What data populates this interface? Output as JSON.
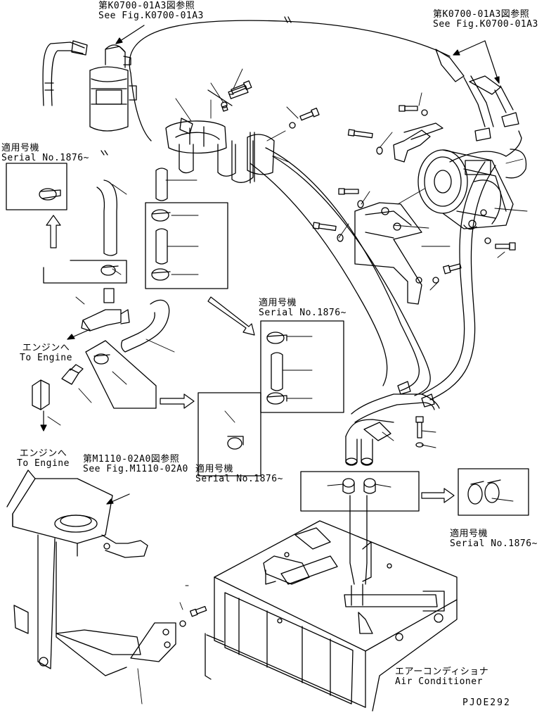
{
  "refs": {
    "top_left": {
      "jp": "第K0700-01A3図参照",
      "en": "See Fig.K0700-01A3"
    },
    "top_right": {
      "jp": "第K0700-01A3図参照",
      "en": "See Fig.K0700-01A3"
    },
    "mid_left": {
      "jp": "第M1110-02A0図参照",
      "en": "See Fig.M1110-02A0"
    }
  },
  "serials": {
    "upper_left": {
      "jp": "適用号機",
      "en": "Serial No.1876~"
    },
    "center": {
      "jp": "適用号機",
      "en": "Serial No.1876~"
    },
    "lower_center": {
      "jp": "適用号機",
      "en": "Serial No.1876~"
    },
    "right": {
      "jp": "適用号機",
      "en": "Serial No.1876~"
    }
  },
  "engine_labels": {
    "upper": {
      "jp": "エンジンへ",
      "en": "To Engine"
    },
    "lower": {
      "jp": "エンジンへ",
      "en": "To Engine"
    }
  },
  "air_conditioner": {
    "jp": "エアーコンディショナ",
    "en": "Air Conditioner"
  },
  "drawing_code": "PJOE292"
}
